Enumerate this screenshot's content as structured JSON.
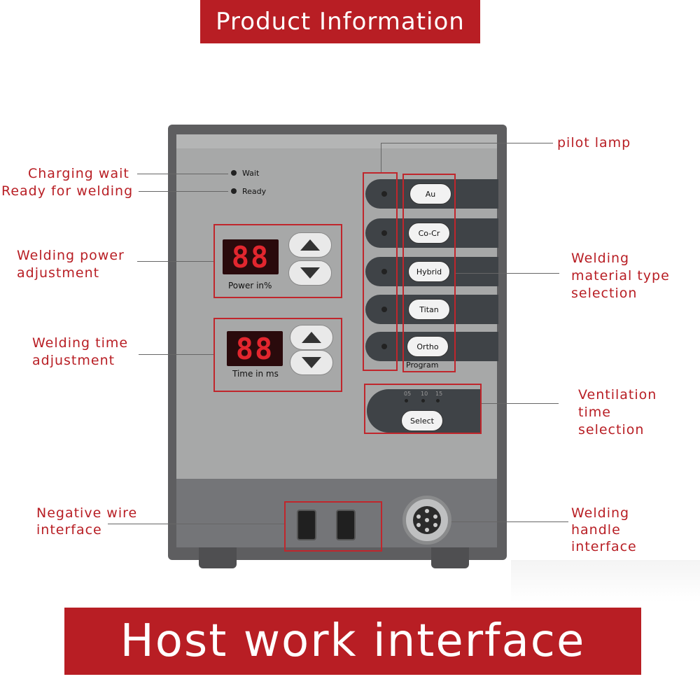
{
  "banner": {
    "top_title": "Product Information",
    "bottom_title": "Host work interface"
  },
  "callouts": {
    "pilot_lamp": "pilot lamp",
    "charging_wait": "Charging wait",
    "ready_for_welding": "Ready for welding",
    "power_line1": "Welding power",
    "power_line2": "adjustment",
    "time_line1": "Welding time",
    "time_line2": "adjustment",
    "material_line1": "Welding",
    "material_line2": "material type",
    "material_line3": "selection",
    "vent_line1": "Ventilation",
    "vent_line2": "time",
    "vent_line3": "selection",
    "neg_line1": "Negative wire",
    "neg_line2": "interface",
    "handle_line1": "Welding",
    "handle_line2": "handle",
    "handle_line3": "interface"
  },
  "panel": {
    "wait_label": "Wait",
    "ready_label": "Ready",
    "power_display": "88",
    "power_caption": "Power  in%",
    "time_display": "88",
    "time_caption": "Time  in  ms",
    "materials": [
      "Au",
      "Co-Cr",
      "Hybrid",
      "Titan",
      "Ortho"
    ],
    "program_label": "Program",
    "select_label": "Select",
    "vent_options": [
      "05",
      "10",
      "15"
    ]
  },
  "colors": {
    "accent": "#b81e24",
    "panel": "#a7a8a8",
    "stripe": "#3f4347",
    "display_digits": "#e2262e"
  }
}
